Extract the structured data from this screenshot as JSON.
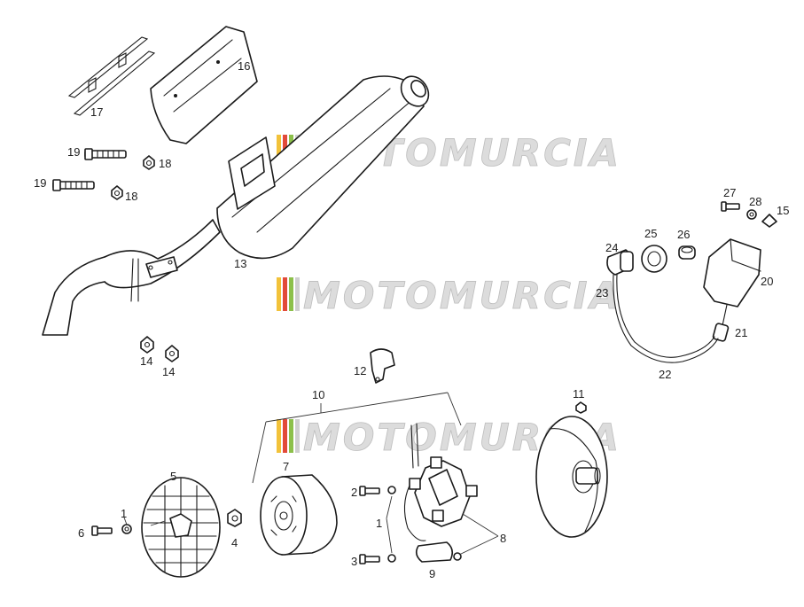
{
  "watermark": {
    "text": "MOTOMURCIA",
    "stripe_colors": [
      "#f2c23a",
      "#e24a3a",
      "#8cc04a",
      "#cfcfcf"
    ]
  },
  "labels": {
    "p1a": "1",
    "p1b": "1",
    "p2": "2",
    "p3": "3",
    "p4": "4",
    "p5": "5",
    "p6": "6",
    "p7": "7",
    "p8": "8",
    "p9": "9",
    "p10": "10",
    "p11": "11",
    "p12": "12",
    "p13": "13",
    "p14a": "14",
    "p14b": "14",
    "p15": "15",
    "p16": "16",
    "p17": "17",
    "p18a": "18",
    "p18b": "18",
    "p19a": "19",
    "p19b": "19",
    "p20": "20",
    "p21": "21",
    "p22": "22",
    "p23": "23",
    "p24": "24",
    "p25": "25",
    "p26": "26",
    "p27": "27",
    "p28": "28"
  }
}
